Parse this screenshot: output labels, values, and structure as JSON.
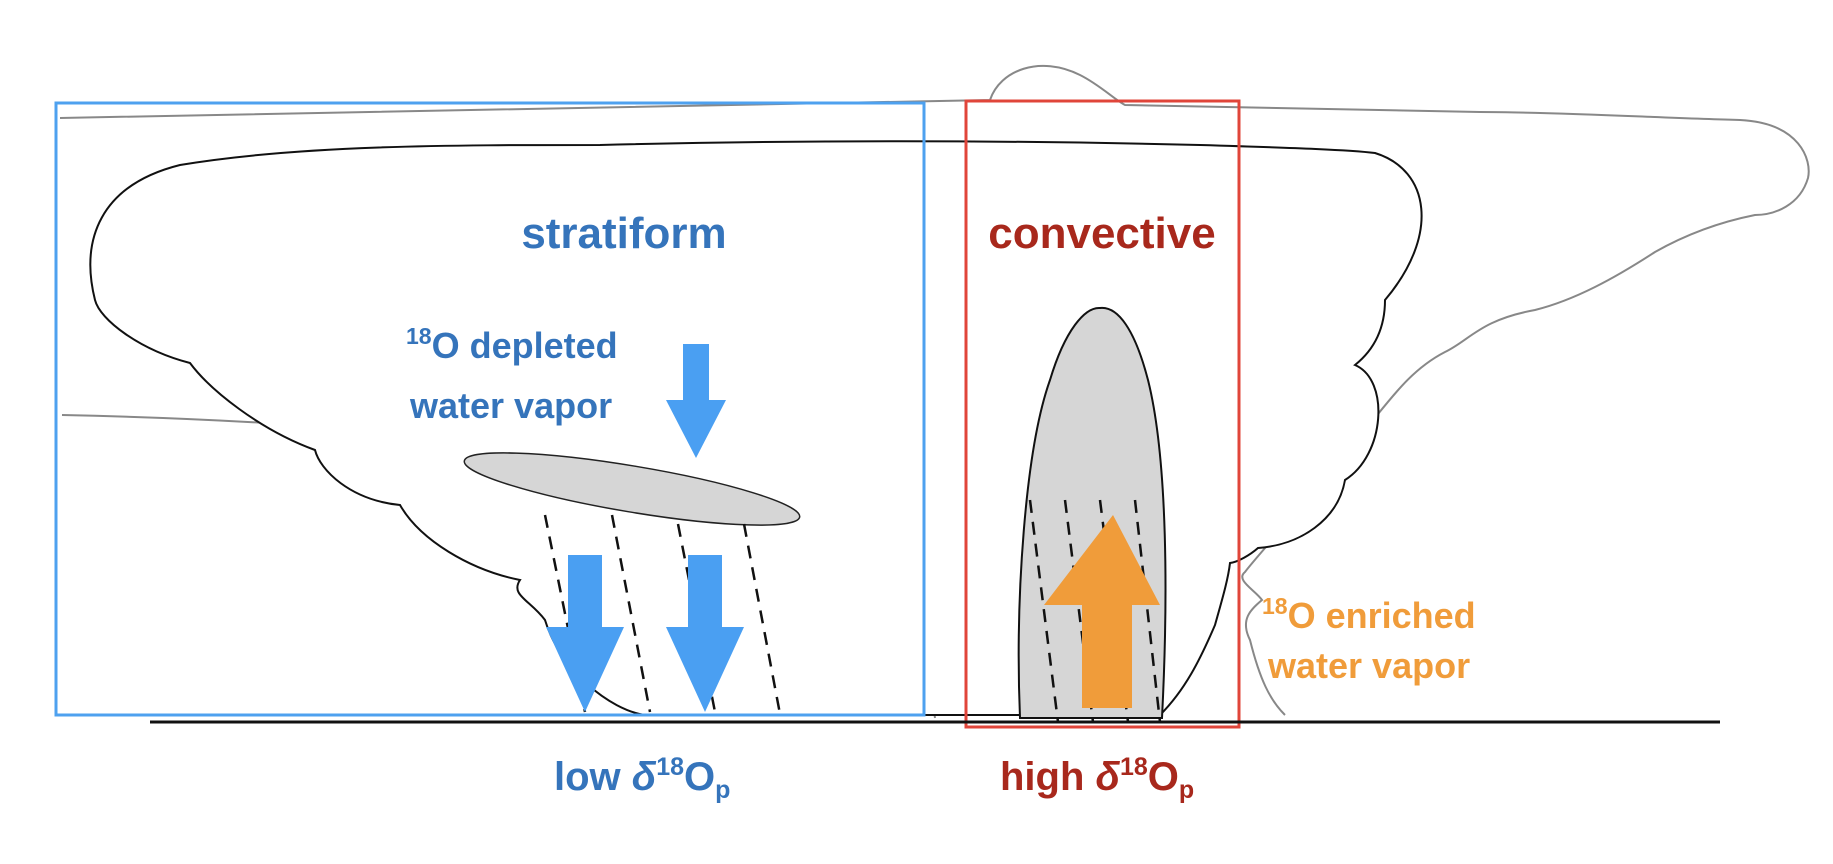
{
  "labels": {
    "stratiform": "stratiform",
    "convective": "convective",
    "depleted_iso": "18",
    "depleted_line1": "O depleted",
    "depleted_line2": "water vapor",
    "enriched_iso": "18",
    "enriched_line1": "O enriched",
    "enriched_line2": "water vapor",
    "low_word": "low ",
    "high_word": "high ",
    "delta": "δ",
    "iso": "18",
    "o_letter": "O",
    "p_sub": "p"
  },
  "colors": {
    "stratiform": "#3574bb",
    "stratiform_box": "#4ea1ef",
    "arrow_blue": "#4a9ff2",
    "convective": "#a8281c",
    "convective_box": "#e0453a",
    "orange": "#f09c3a",
    "cloud_fill": "#d6d6d6"
  }
}
